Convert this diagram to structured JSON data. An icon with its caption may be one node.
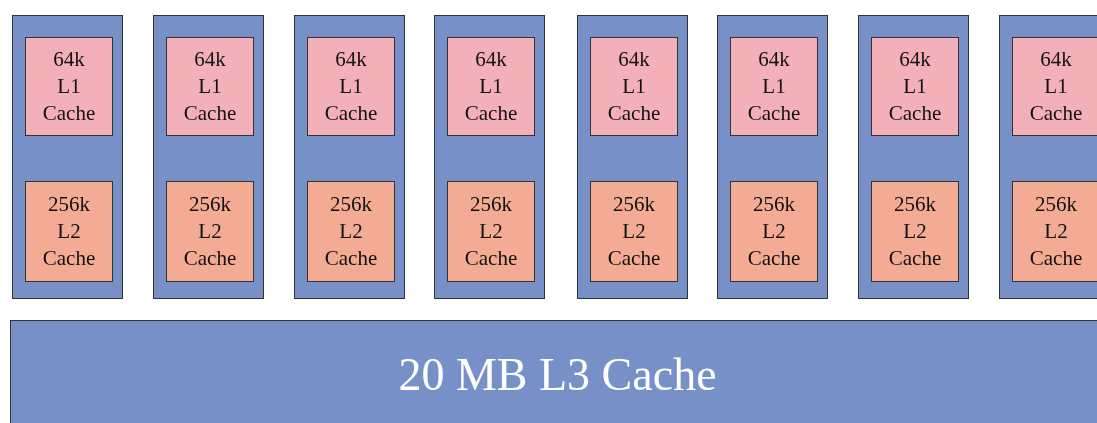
{
  "diagram": {
    "nodes": [
      {
        "text": [],
        "shape": "box"
      },
      {
        "text": [
          "64k L1 Cache"
        ],
        "in": 0
      },
      {
        "text": [
          "256k L2 Cache"
        ],
        "in": 0
      },
      {
        "text": [],
        "shape": "box"
      },
      {
        "text": [
          "64k L1 Cache"
        ],
        "in": 3
      },
      {
        "text": [
          "256k L2 Cache"
        ],
        "in": 3
      },
      {
        "text": [],
        "shape": "box"
      },
      {
        "text": [
          "64k L1 Cache"
        ],
        "in": 6
      },
      {
        "text": [
          "256k L2 Cache"
        ],
        "in": 6
      },
      {
        "text": [],
        "shape": "box"
      },
      {
        "text": [
          "64k L1 Cache"
        ],
        "in": 9
      },
      {
        "text": [
          "256k L2 Cache"
        ],
        "in": 9
      },
      {
        "text": [],
        "shape": "box"
      },
      {
        "text": [
          "64k L1 Cache"
        ],
        "in": 12
      },
      {
        "text": [
          "256k L2 Cache"
        ],
        "in": 12
      },
      {
        "text": [],
        "shape": "box"
      },
      {
        "text": [
          "64k L1 Cache"
        ],
        "in": 15
      },
      {
        "text": [
          "256k L2 Cache"
        ],
        "in": 15
      },
      {
        "text": [],
        "shape": "box"
      },
      {
        "text": [
          "64k L1 Cache"
        ],
        "in": 18
      },
      {
        "text": [
          "256k L2 Cache"
        ],
        "in": 18
      },
      {
        "text": [],
        "shape": "box"
      },
      {
        "text": [
          "64k L1 Cache"
        ],
        "in": 21
      },
      {
        "text": [
          "256k L2 Cache"
        ],
        "in": 21
      },
      {
        "text": [
          "20 MB L3 Cache"
        ]
      }
    ]
  }
}
